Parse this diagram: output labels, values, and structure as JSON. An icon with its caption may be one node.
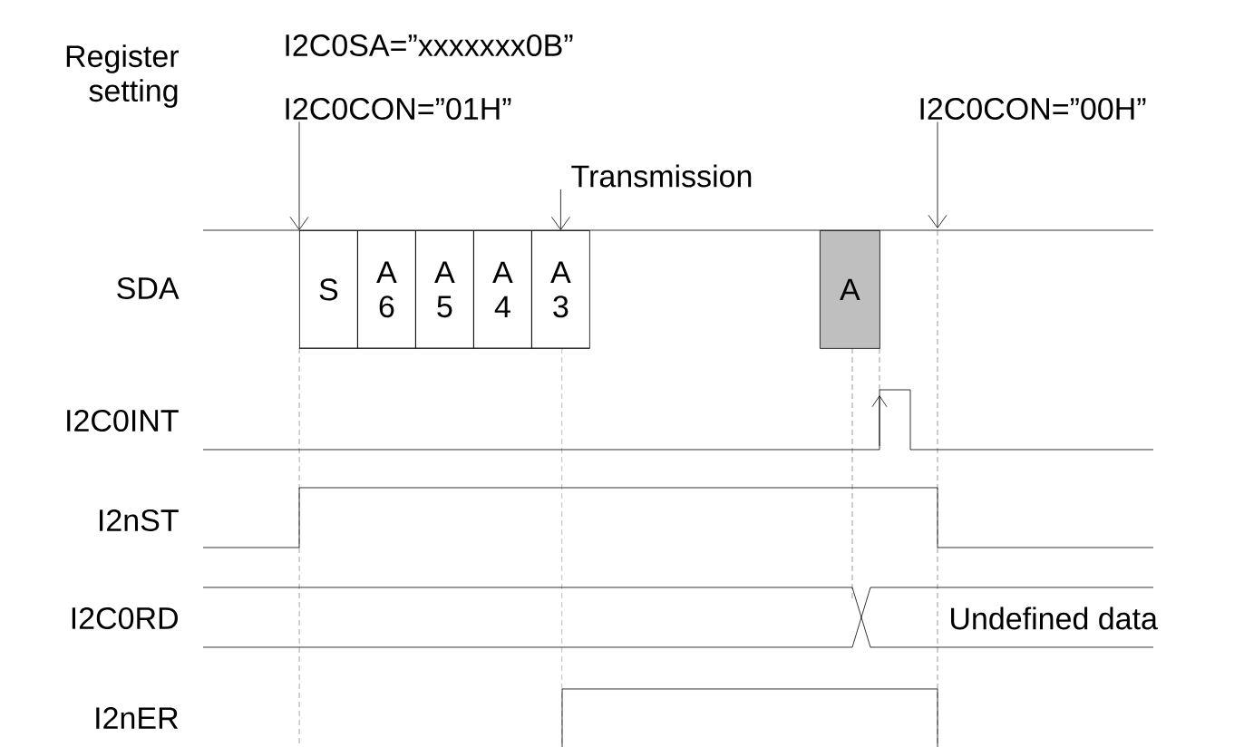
{
  "diagram": {
    "nodes": [
      {
        "text": [
          "I2C0CON=”01H”"
        ]
      },
      {
        "text": [
          "Transmission"
        ]
      },
      {
        "text": [
          "I2C0CON=”00H”"
        ]
      },
      {
        "text": [
          "S"
        ]
      },
      {
        "text": [
          "A 6"
        ]
      },
      {
        "text": [
          "A 5"
        ]
      },
      {
        "text": [
          "A 4"
        ]
      },
      {
        "text": [
          "A 3"
        ]
      },
      {
        "text": [
          "A"
        ]
      }
    ],
    "edges": [
      {
        "from": 0,
        "to": 3,
        "arrow": "to"
      },
      {
        "from": 1,
        "to": 7,
        "arrow": "to"
      },
      {
        "from": 2,
        "to": null,
        "arrow": "to"
      }
    ],
    "labels": [
      "Register setting",
      "I2C0SA=”xxxxxxx0B”",
      "SDA",
      "I2C0INT",
      "I2nST",
      "I2C0RD",
      "Undefined data",
      "I2nER"
    ]
  }
}
